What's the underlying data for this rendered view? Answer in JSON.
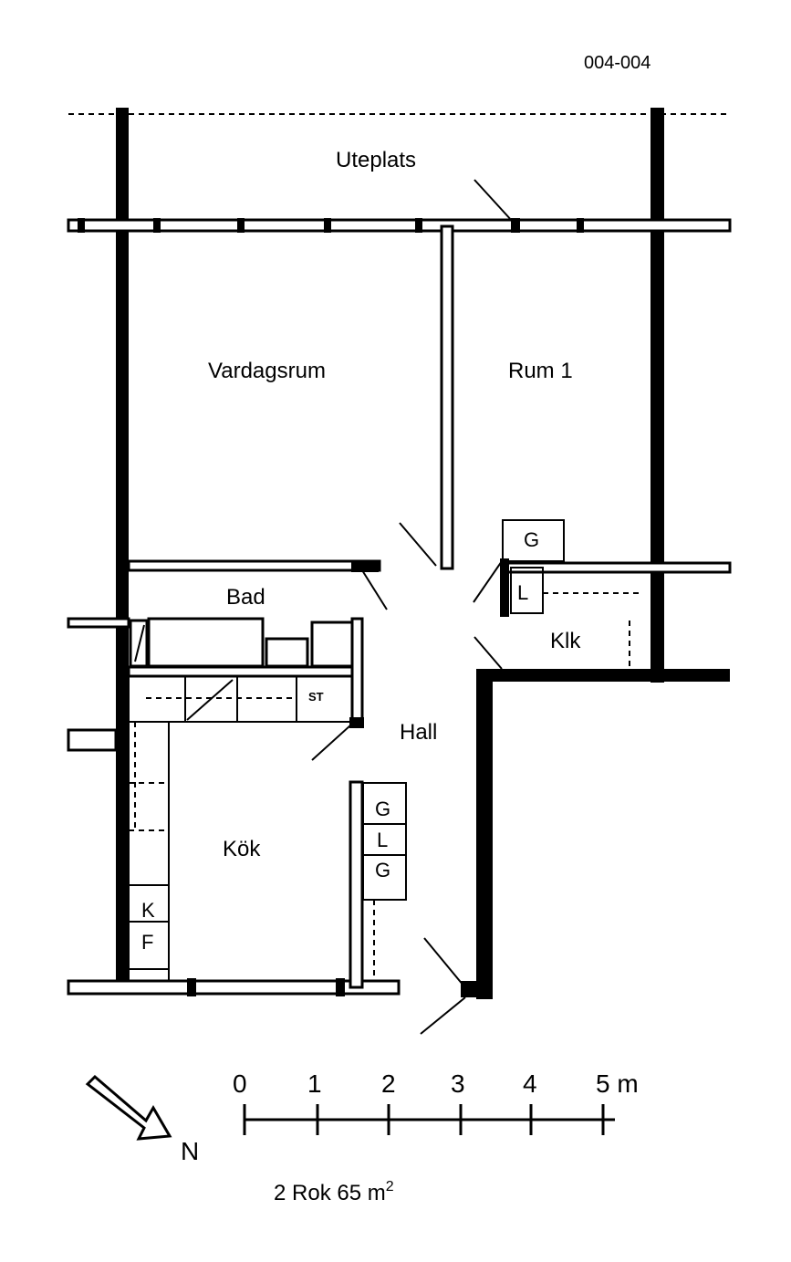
{
  "drawing_id": "004-004",
  "rooms": {
    "uteplats": "Uteplats",
    "vardagsrum": "Vardagsrum",
    "rum1": "Rum 1",
    "bad": "Bad",
    "klk": "Klk",
    "hall": "Hall",
    "kok": "Kök"
  },
  "fixtures": {
    "st": "ST",
    "rum1_closet_g": "G",
    "rum1_closet_l": "L",
    "hall_closet": [
      "G",
      "L",
      "G"
    ],
    "kitchen_k": "K",
    "kitchen_f": "F"
  },
  "scale": {
    "ticks": [
      "0",
      "1",
      "2",
      "3",
      "4",
      "5 m"
    ]
  },
  "north_label": "N",
  "summary": {
    "text": "2 Rok 65 m",
    "superscript": "2"
  }
}
